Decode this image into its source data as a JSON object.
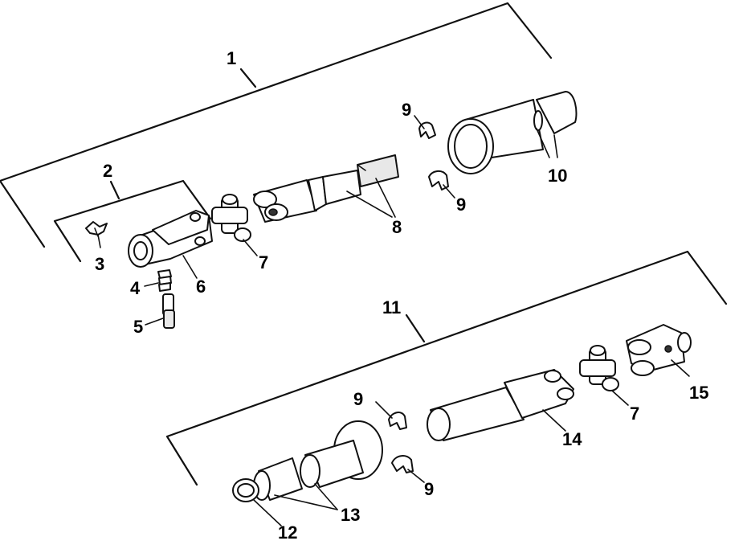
{
  "diagram": {
    "callouts": {
      "c1": "1",
      "c2": "2",
      "c3": "3",
      "c4": "4",
      "c5": "5",
      "c6": "6",
      "c7a": "7",
      "c7b": "7",
      "c8": "8",
      "c9a": "9",
      "c9b": "9",
      "c9c": "9",
      "c9d": "9",
      "c10": "10",
      "c11": "11",
      "c12": "12",
      "c13": "13",
      "c14": "14",
      "c15": "15"
    },
    "colors": {
      "ink": "#111111",
      "background": "#ffffff"
    }
  }
}
